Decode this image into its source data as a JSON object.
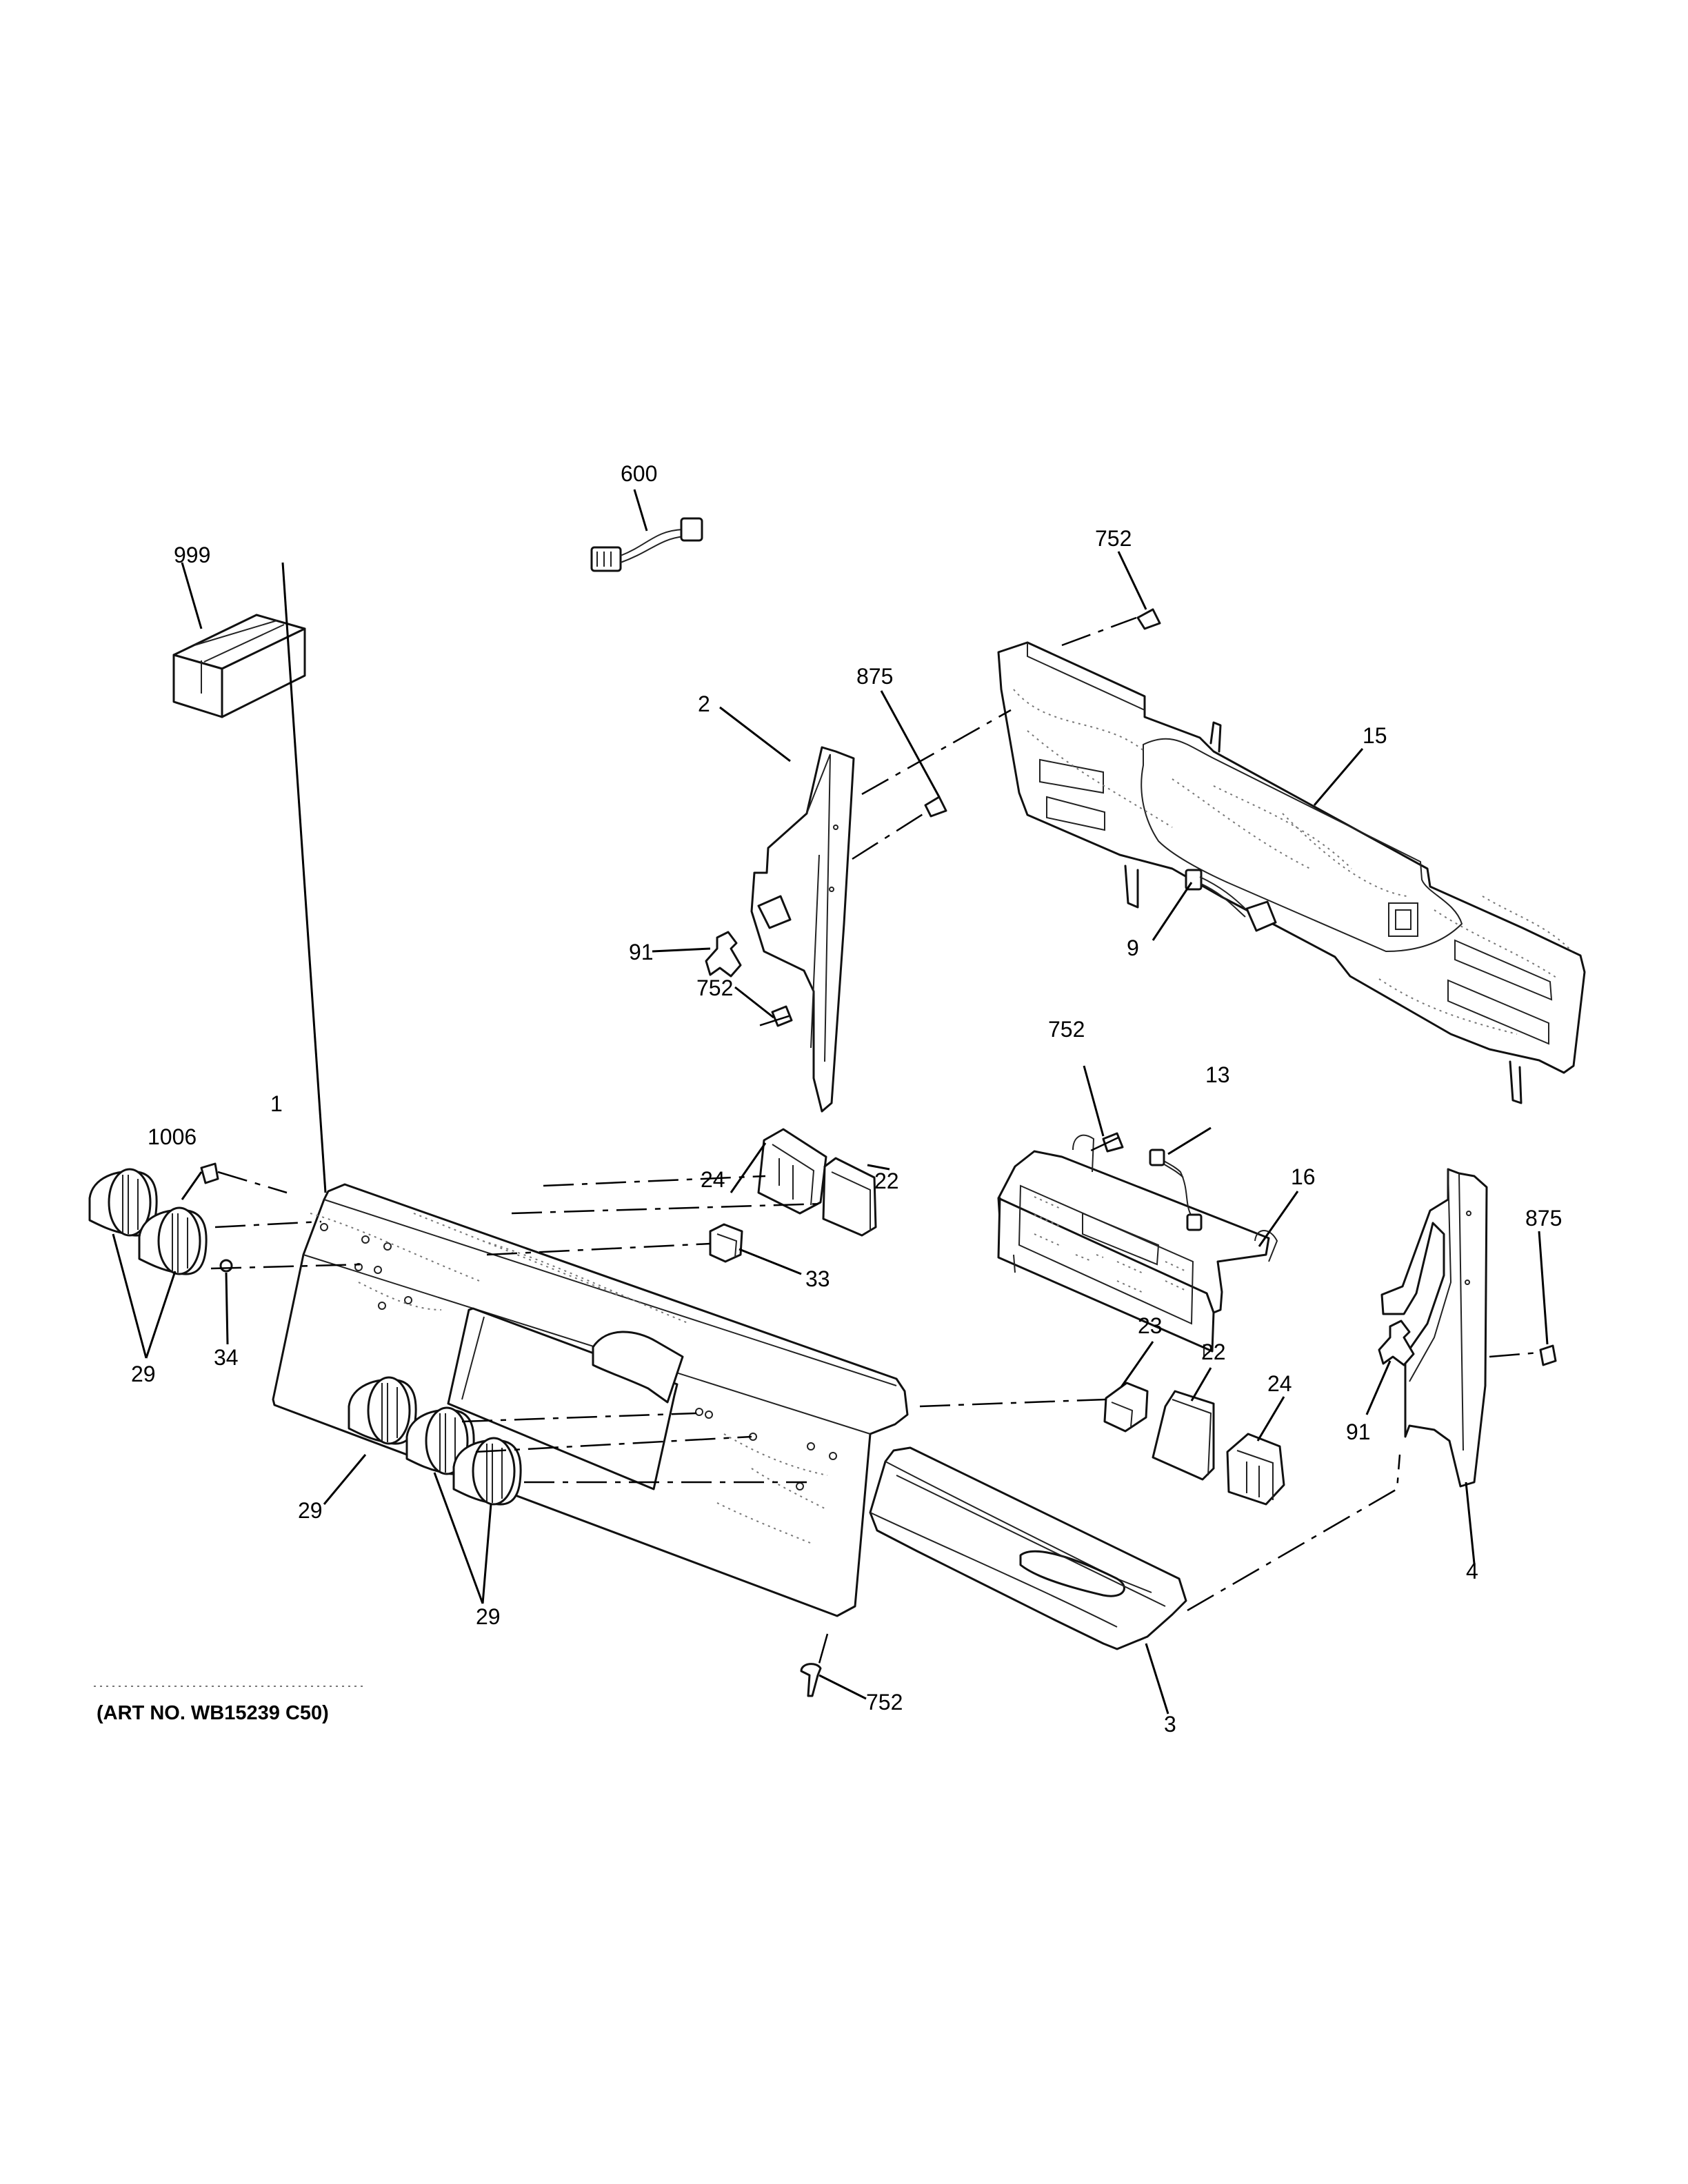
{
  "diagram": {
    "callouts": [
      "999",
      "600",
      "752",
      "875",
      "2",
      "15",
      "91",
      "752",
      "9",
      "752",
      "13",
      "1",
      "1006",
      "24",
      "22",
      "16",
      "33",
      "875",
      "34",
      "29",
      "23",
      "22",
      "24",
      "91",
      "29",
      "29",
      "752",
      "4",
      "3"
    ],
    "art_number": "(ART NO. WB15239 C50)"
  }
}
